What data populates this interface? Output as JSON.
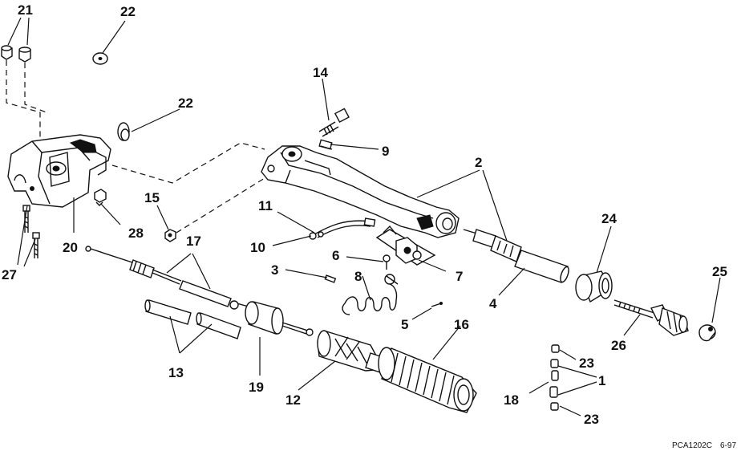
{
  "callouts": {
    "n1": "1",
    "n2": "2",
    "n3": "3",
    "n4": "4",
    "n5": "5",
    "n6": "6",
    "n7": "7",
    "n8": "8",
    "n9": "9",
    "n10": "10",
    "n11": "11",
    "n12": "12",
    "n13": "13",
    "n14": "14",
    "n15": "15",
    "n16": "16",
    "n17": "17",
    "n18": "18",
    "n19": "19",
    "n20": "20",
    "n21": "21",
    "n22a": "22",
    "n22b": "22",
    "n23a": "23",
    "n23b": "23",
    "n24": "24",
    "n25": "25",
    "n26": "26",
    "n27": "27",
    "n28": "28"
  },
  "footer": {
    "code": "PCA1202C",
    "date": "6-97"
  }
}
